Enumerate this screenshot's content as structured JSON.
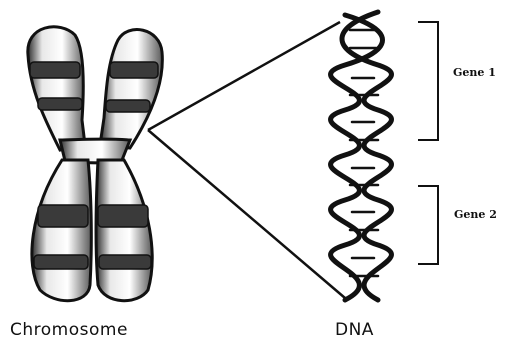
{
  "labels": {
    "chromosome": "Chromosome",
    "dna": "DNA",
    "gene1": "Gene 1",
    "gene2": "Gene 2"
  },
  "colors": {
    "ink": "#111111",
    "band_dark": "#3a3a3a",
    "band_light": "#f2f2f2"
  },
  "icons": {
    "chromosome": "chromosome-illustration",
    "dna": "double-helix-illustration"
  }
}
